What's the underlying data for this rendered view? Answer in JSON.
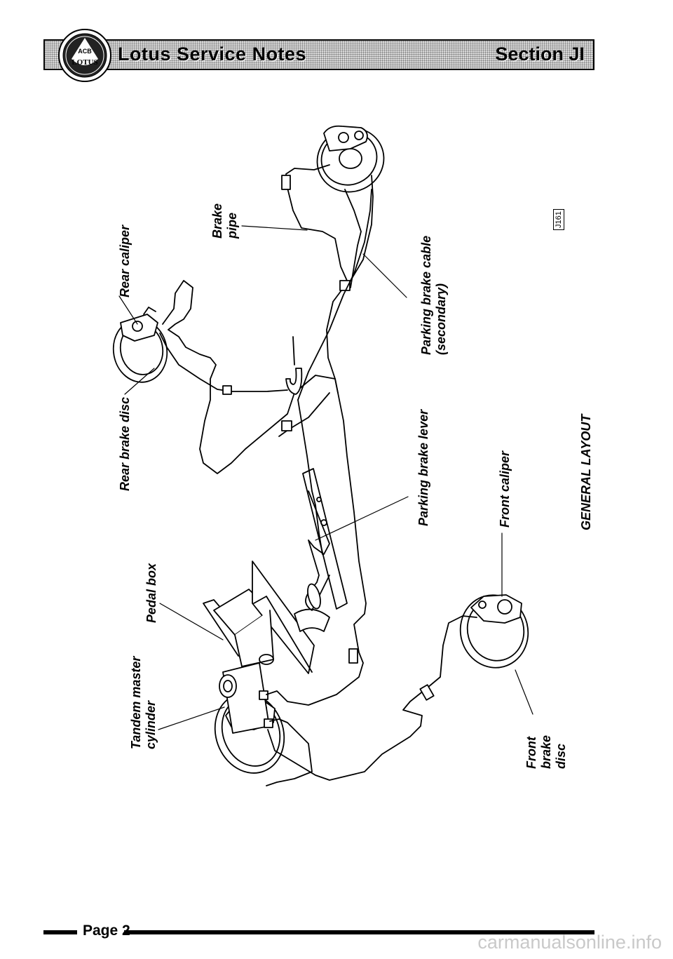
{
  "header": {
    "title": "Lotus Service Notes",
    "section": "Section JI",
    "logo_text": "LOTUS",
    "logo_monogram": "ACB"
  },
  "labels": {
    "rear_caliper": "Rear caliper",
    "brake_pipe": [
      "Brake",
      "pipe"
    ],
    "parking_brake_cable": [
      "Parking brake cable",
      "(secondary)"
    ],
    "rear_brake_disc": "Rear brake disc",
    "parking_brake_lever": "Parking brake lever",
    "front_caliper": "Front caliper",
    "general_layout": "GENERAL LAYOUT",
    "pedal_box": "Pedal box",
    "tandem_master_cylinder": [
      "Tandem master",
      "cylinder"
    ],
    "front_brake_disc": [
      "Front",
      "brake",
      "disc"
    ]
  },
  "figure_ref": "J161",
  "footer": {
    "page": "Page 2"
  },
  "watermark": "carmanualsonline.info"
}
